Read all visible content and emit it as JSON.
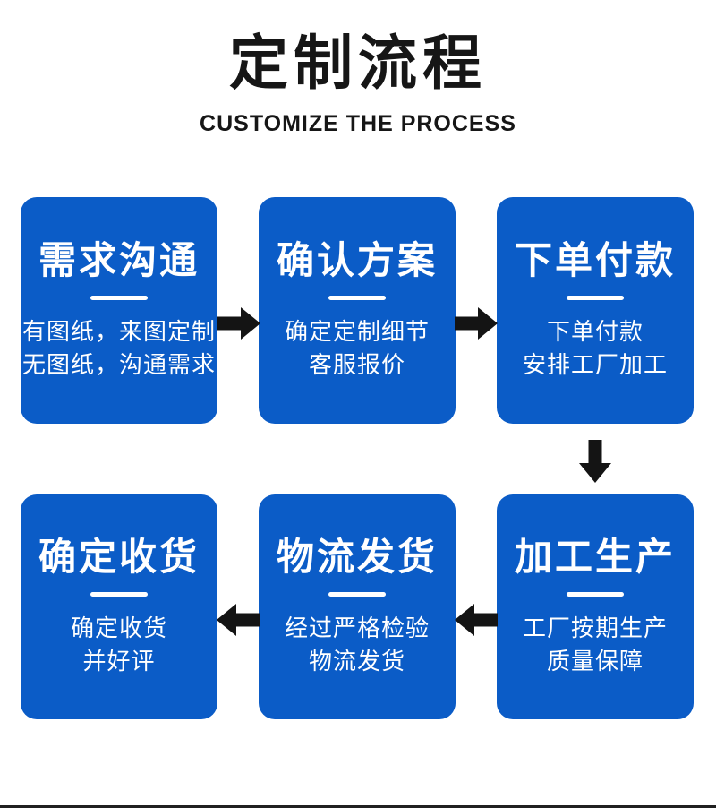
{
  "header": {
    "title": "定制流程",
    "subtitle": "CUSTOMIZE THE PROCESS"
  },
  "steps": [
    {
      "title": "需求沟通",
      "lines": [
        "有图纸，来图定制",
        "无图纸，沟通需求"
      ]
    },
    {
      "title": "确认方案",
      "lines": [
        "确定定制细节",
        "客服报价"
      ]
    },
    {
      "title": "下单付款",
      "lines": [
        "下单付款",
        "安排工厂加工"
      ]
    },
    {
      "title": "加工生产",
      "lines": [
        "工厂按期生产",
        "质量保障"
      ]
    },
    {
      "title": "物流发货",
      "lines": [
        "经过严格检验",
        "物流发货"
      ]
    },
    {
      "title": "确定收货",
      "lines": [
        "确定收货",
        "并好评"
      ]
    }
  ],
  "icons": {
    "flow_arrows": [
      "arrow-right-icon",
      "arrow-right-icon",
      "arrow-down-icon",
      "arrow-left-icon",
      "arrow-left-icon"
    ]
  },
  "colors": {
    "box_blue": "#0b5cc7",
    "arrow_black": "#141414",
    "text_dark": "#161616",
    "bar_dark": "#202020"
  }
}
